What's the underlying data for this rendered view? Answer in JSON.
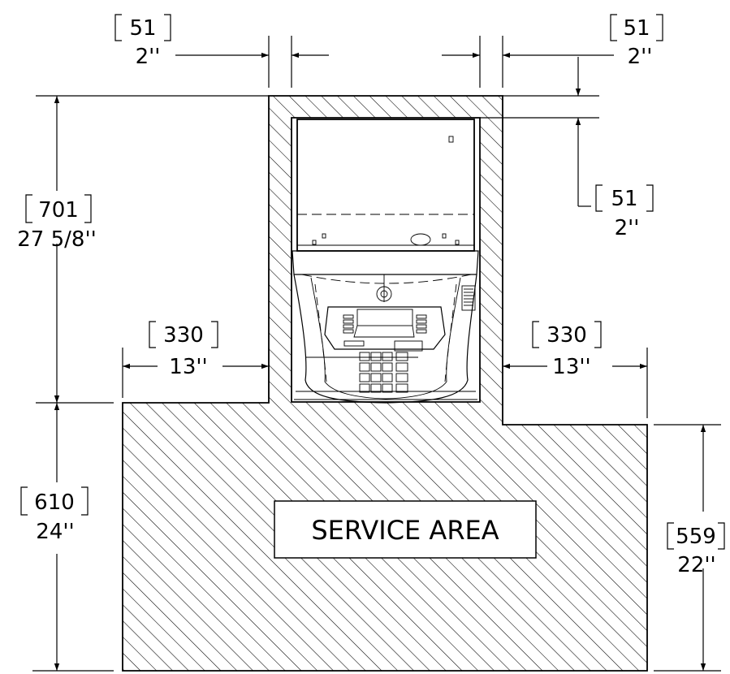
{
  "labels": {
    "service_area": "SERVICE AREA"
  },
  "dimensions": {
    "top_left_gap": {
      "mm": "51",
      "inch": "2''"
    },
    "top_right_gap": {
      "mm": "51",
      "inch": "2''"
    },
    "rear_gap": {
      "mm": "51",
      "inch": "2''"
    },
    "enclosure_depth": {
      "mm": "701",
      "inch": "27 5/8''"
    },
    "left_side_clearance": {
      "mm": "330",
      "inch": "13''"
    },
    "right_side_clearance": {
      "mm": "330",
      "inch": "13''"
    },
    "front_service_depth_left": {
      "mm": "610",
      "inch": "24''"
    },
    "front_service_depth_right": {
      "mm": "559",
      "inch": "22''"
    }
  }
}
